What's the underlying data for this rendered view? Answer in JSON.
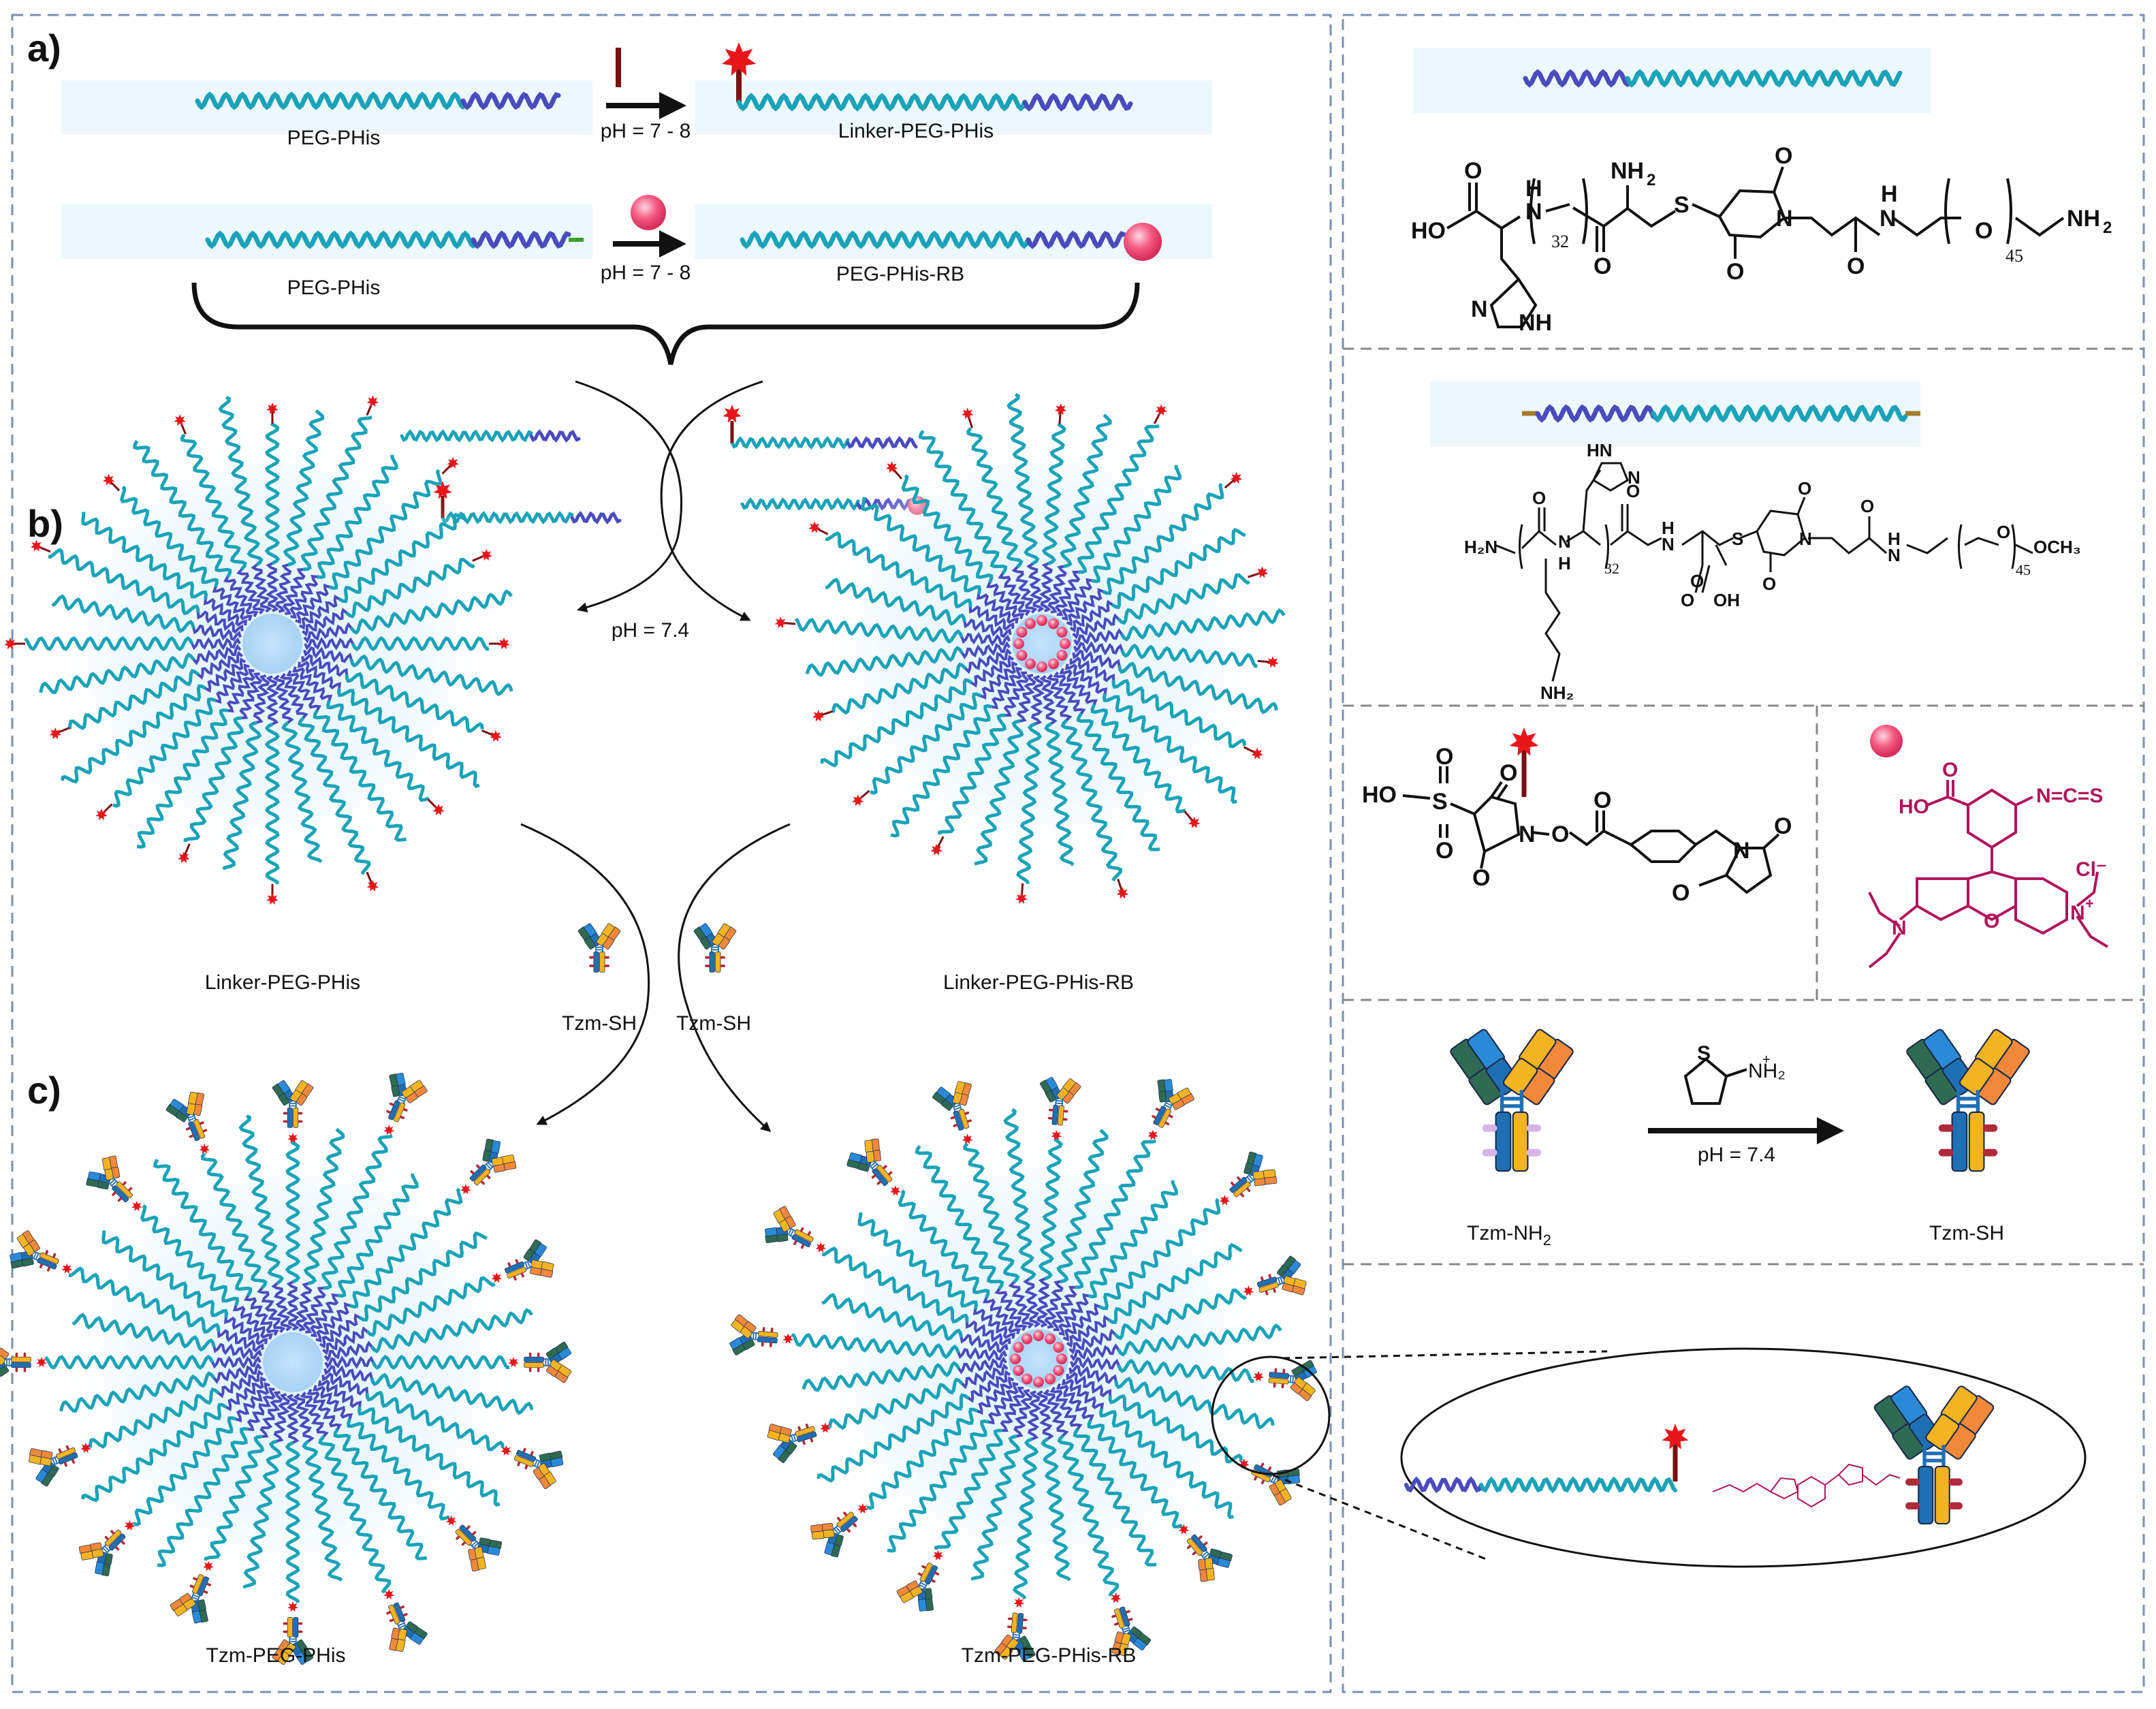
{
  "panels": {
    "a": "a)",
    "b": "b)",
    "c": "c)"
  },
  "section_a": {
    "row1_left": "PEG-PHis",
    "row1_cond": "pH = 7 - 8",
    "row1_right": "Linker-PEG-PHis",
    "row2_left": "PEG-PHis",
    "row2_cond": "pH = 7 - 8",
    "row2_right": "PEG-PHis-RB"
  },
  "section_b": {
    "cond": "pH = 7.4",
    "left_label": "Linker-PEG-PHis",
    "right_label": "Linker-PEG-PHis-RB"
  },
  "section_bc": {
    "reagent_left": "Tzm-SH",
    "reagent_right": "Tzm-SH"
  },
  "section_c": {
    "left_label": "Tzm-PEG-PHis",
    "right_label": "Tzm-PEG-PHis-RB"
  },
  "chem1": {
    "ho": "HO",
    "o1": "O",
    "nh": "N",
    "h1": "H",
    "n32": "32",
    "nh2a": "NH",
    "two_a": "2",
    "s": "S",
    "n_ring": "N",
    "o2": "O",
    "o3": "O",
    "o4": "O",
    "h2": "H",
    "n2": "N",
    "o5": "O",
    "n45": "45",
    "nh2b": "NH",
    "two_b": "2",
    "imid_n": "N",
    "imid_nh": "NH"
  },
  "chem2": {
    "h2n": "H₂N",
    "o1": "O",
    "nh1": "N",
    "h1": "H",
    "n32": "32",
    "o2": "O",
    "hn_imid": "HN",
    "n_imid": "N",
    "h2": "H",
    "n2": "N",
    "s": "S",
    "o3": "O",
    "n3": "N",
    "o4": "O",
    "oh": "OH",
    "o5": "O",
    "o6": "O",
    "h3": "H",
    "n4": "N",
    "o7": "O",
    "n45": "45",
    "och3": "OCH₃",
    "nh2": "NH₂",
    "o8": "O"
  },
  "chem3": {
    "ho": "HO",
    "s": "S",
    "o1": "O",
    "o2": "O",
    "o3": "O",
    "n": "N",
    "o4": "O",
    "o5": "O",
    "o6": "O",
    "n2": "N",
    "o7": "O",
    "o8": "O"
  },
  "chem4": {
    "ho": "HO",
    "o1": "O",
    "ncs": "N=C=S",
    "o2": "O",
    "n1": "N",
    "n2": "N",
    "plus": "+",
    "cl": "Cl⁻"
  },
  "reaction": {
    "reagent_s": "S",
    "reagent_nh": "NH₂",
    "reagent_plus": "+",
    "cond": "pH = 7.4",
    "left_label_main": "Tzm-NH",
    "left_label_sub": "2",
    "right_label": "Tzm-SH"
  },
  "colors": {
    "peg": "#1aa3b8",
    "phis": "#4a4bbd",
    "glow": "#d6f0fa",
    "linker_red": "#e8161b",
    "rb_pink": "#f2557a",
    "rb_chem": "#b0155c",
    "border": "#7a8fb5",
    "ab_blue": "#1f6fb5",
    "ab_lightblue": "#2a8ad8",
    "ab_yellow": "#f4b320",
    "ab_orange": "#f2883a",
    "ab_green": "#2f6b53"
  }
}
